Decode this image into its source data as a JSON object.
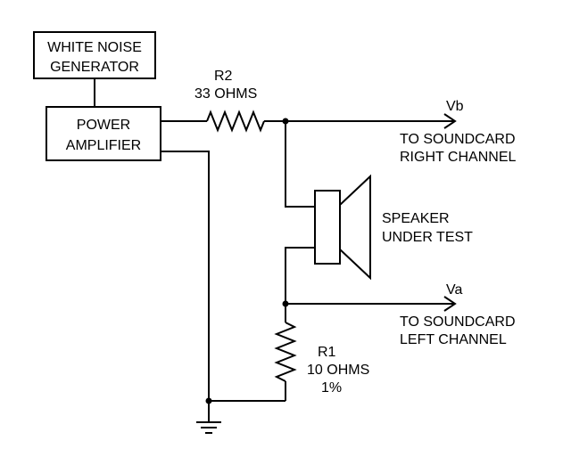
{
  "blocks": {
    "generator": {
      "line1": "WHITE NOISE",
      "line2": "GENERATOR"
    },
    "amplifier": {
      "line1": "POWER",
      "line2": "AMPLIFIER"
    }
  },
  "components": {
    "r2": {
      "name": "R2",
      "value": "33 OHMS"
    },
    "r1": {
      "name": "R1",
      "value": "10 OHMS",
      "tolerance": "1%"
    },
    "speaker": {
      "line1": "SPEAKER",
      "line2": "UNDER TEST"
    }
  },
  "outputs": {
    "vb": {
      "name": "Vb",
      "line1": "TO SOUNDCARD",
      "line2": "RIGHT CHANNEL"
    },
    "va": {
      "name": "Va",
      "line1": "TO SOUNDCARD",
      "line2": "LEFT CHANNEL"
    }
  }
}
